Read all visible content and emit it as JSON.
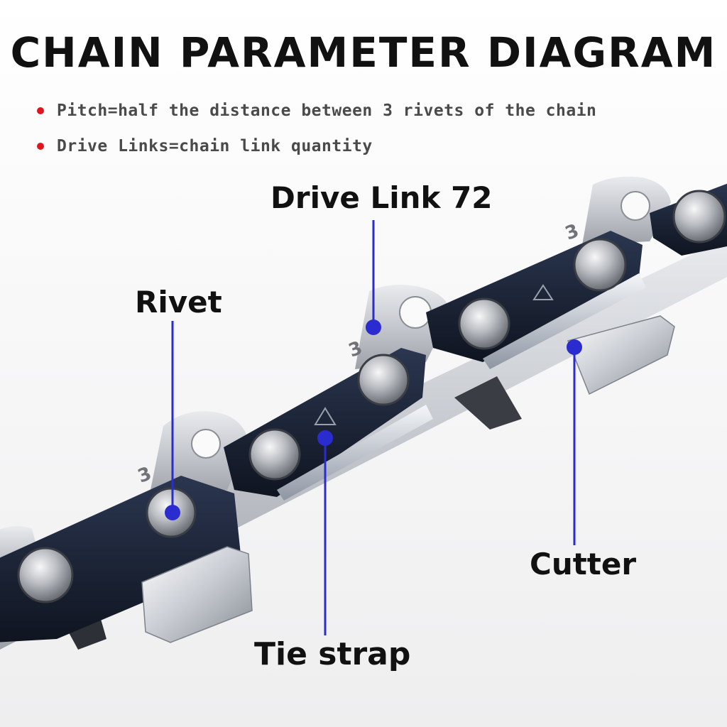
{
  "title": "CHAIN PARAMETER DIAGRAM",
  "bullets": [
    "Pitch=half the distance between 3 rivets of the chain",
    "Drive Links=chain link quantity"
  ],
  "labels": {
    "drive_link": "Drive Link 72",
    "rivet": "Rivet",
    "cutter": "Cutter",
    "tie_strap": "Tie strap"
  },
  "link_mark": "3",
  "colors": {
    "accent_line": "#2a2ccf",
    "bullet_dot": "#e2141c",
    "link_blue": "#1b2436",
    "steel": "#c9ccd2"
  }
}
